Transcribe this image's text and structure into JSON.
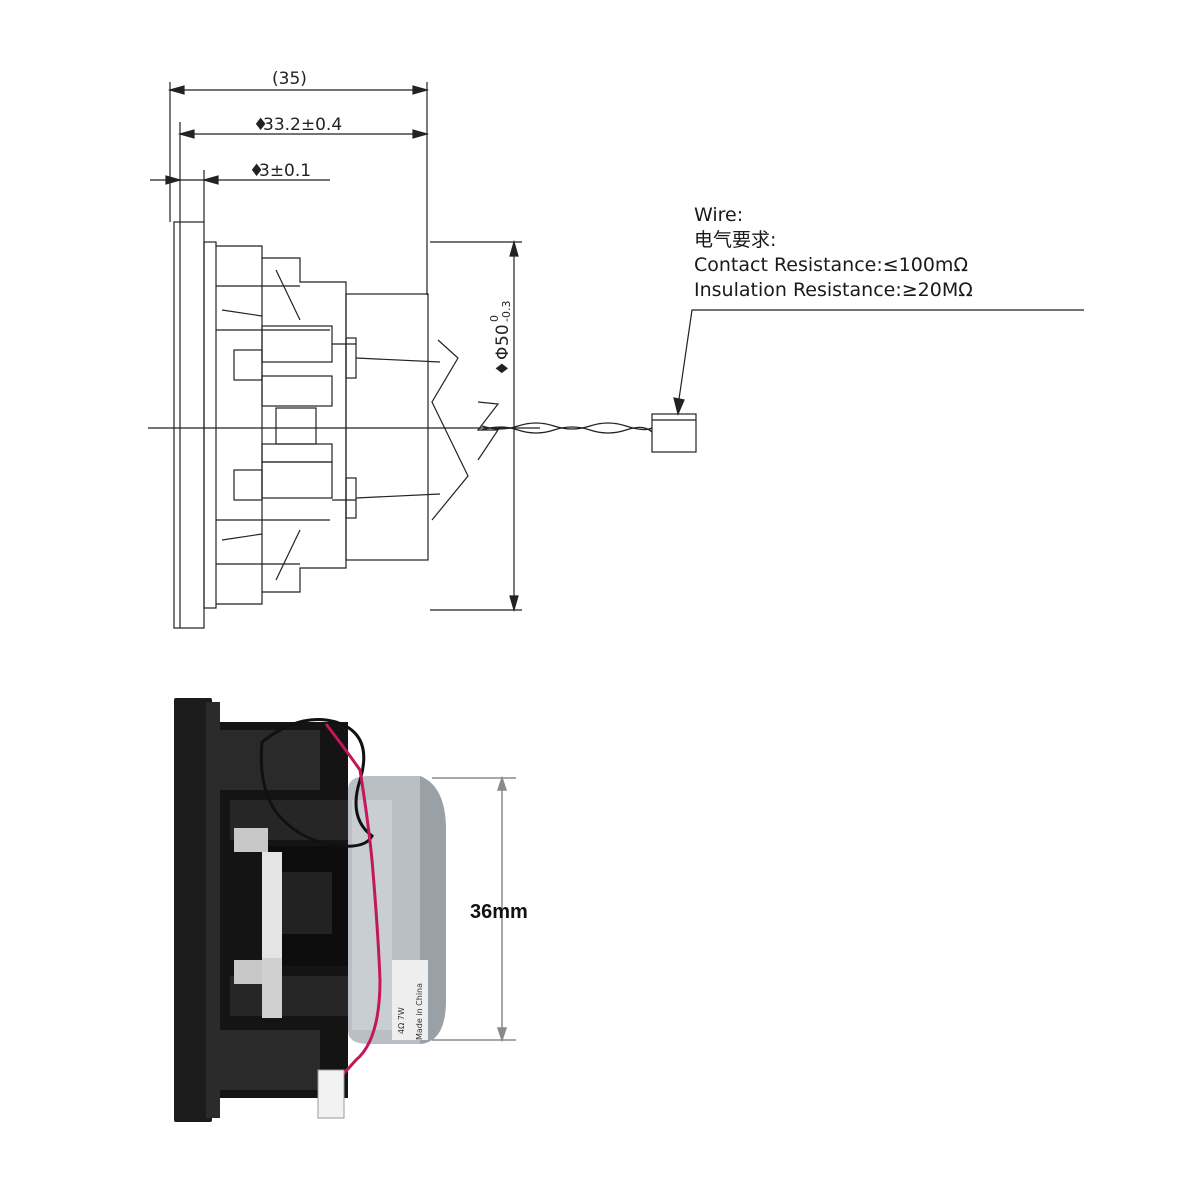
{
  "drawing": {
    "dim_overall": "(35)",
    "dim_body": "33.2±0.4",
    "dim_flange": "3±0.1",
    "dim_diameter": "50",
    "dim_diameter_tol_upper": "0",
    "dim_diameter_tol_lower": "-0.3",
    "diameter_symbol": "Φ"
  },
  "wire_spec": {
    "title": "Wire:",
    "subtitle": "电气要求:",
    "line1": "Contact Resistance:≤100mΩ",
    "line2": "Insulation Resistance:≥20MΩ"
  },
  "photo": {
    "dimension_label": "36mm",
    "label_text_1": "4Ω 7W",
    "label_text_2": "Made in China"
  },
  "colors": {
    "line": "#222222",
    "wire_red": "#c2185b",
    "speaker_black": "#1c1c1c",
    "magnet_silver": "#b9bfc4"
  }
}
